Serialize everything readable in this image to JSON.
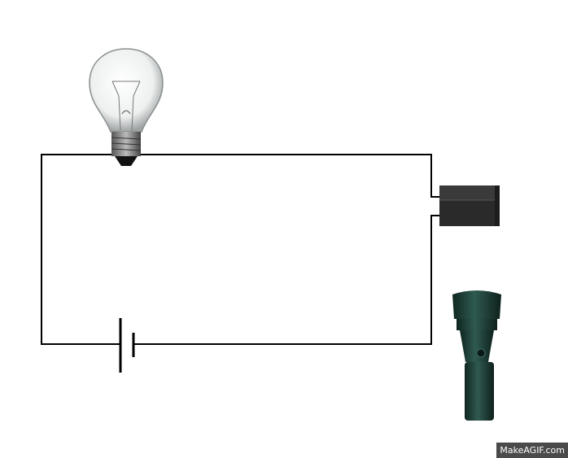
{
  "diagram": {
    "components": [
      {
        "id": "bulb",
        "label": "light-bulb"
      },
      {
        "id": "switch",
        "label": "switch-block"
      },
      {
        "id": "battery",
        "label": "battery-cell"
      },
      {
        "id": "flashlight",
        "label": "flashlight"
      }
    ],
    "colors": {
      "wire": "#000000",
      "switch": "#2a2a2a",
      "flashlight": "#1f3a34",
      "bulb_base": "#6d6d6d"
    }
  },
  "watermark": "MakeAGIF.com"
}
